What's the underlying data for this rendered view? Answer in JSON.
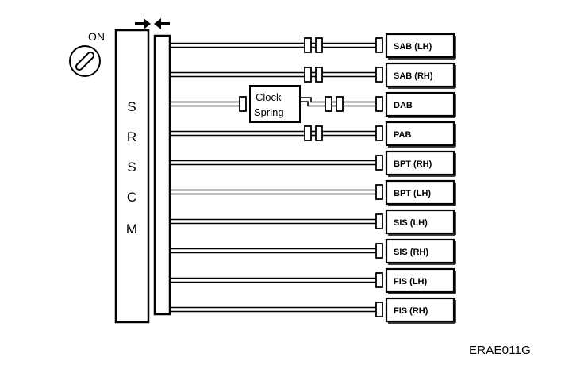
{
  "ignition": {
    "label": "ON"
  },
  "module": {
    "letters": [
      "S",
      "R",
      "S",
      "C",
      "M"
    ]
  },
  "clock_spring": {
    "line1": "Clock",
    "line2": "Spring"
  },
  "components": [
    {
      "label": "SAB (LH)",
      "inline_connector": true,
      "clock_spring": false
    },
    {
      "label": "SAB (RH)",
      "inline_connector": true,
      "clock_spring": false
    },
    {
      "label": "DAB",
      "inline_connector": true,
      "clock_spring": true
    },
    {
      "label": "PAB",
      "inline_connector": true,
      "clock_spring": false
    },
    {
      "label": "BPT (RH)",
      "inline_connector": false,
      "clock_spring": false
    },
    {
      "label": "BPT (LH)",
      "inline_connector": false,
      "clock_spring": false
    },
    {
      "label": "SIS (LH)",
      "inline_connector": false,
      "clock_spring": false
    },
    {
      "label": "SIS (RH)",
      "inline_connector": false,
      "clock_spring": false
    },
    {
      "label": "FIS (LH)",
      "inline_connector": false,
      "clock_spring": false
    },
    {
      "label": "FIS (RH)",
      "inline_connector": false,
      "clock_spring": false
    }
  ],
  "figure_code": "ERAE011G"
}
